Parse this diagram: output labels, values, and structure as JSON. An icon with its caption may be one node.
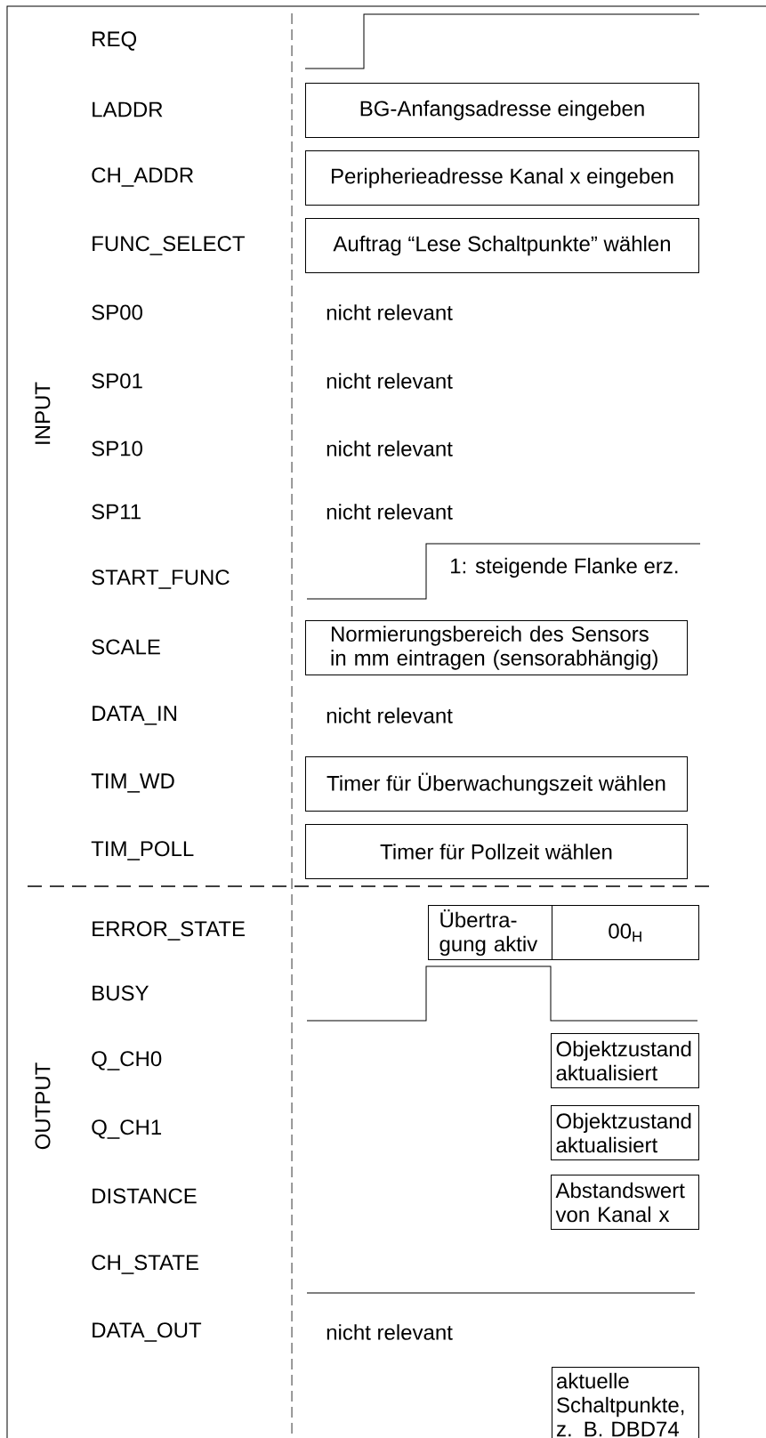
{
  "diagram": {
    "nodes": [
      {
        "text": [
          "BG-Anfangsadresse eingeben"
        ]
      },
      {
        "text": [
          "Peripherieadresse Kanal x eingeben"
        ]
      },
      {
        "text": [
          "Auftrag “Lese Schaltpunkte” wählen"
        ]
      },
      {
        "text": [
          "Normierungsbereich des Sensors in mm eintragen (sensorabhängig)"
        ]
      },
      {
        "text": [
          "Timer für Überwachungszeit wählen"
        ]
      },
      {
        "text": [
          "Timer für Pollzeit wählen"
        ]
      },
      {
        "text": [
          "Übertra- gung aktiv"
        ]
      },
      {
        "text": [
          "00$_{H}$"
        ]
      },
      {
        "text": [
          "Objektzustand aktualisiert"
        ]
      },
      {
        "text": [
          "Objektzustand aktualisiert"
        ]
      },
      {
        "text": [
          "Abstandswert von Kanal x"
        ]
      },
      {
        "text": [
          "aktuelle Schaltpunkte, z. B. DBD74"
        ]
      }
    ],
    "labels": [
      "REQ",
      "LADDR",
      "CH_ADDR",
      "FUNC_SELECT",
      "SP00",
      "nicht relevant",
      "SP01",
      "nicht relevant",
      "INPUT",
      "SP10",
      "nicht relevant",
      "SP11",
      "nicht relevant",
      "START_FUNC",
      "1: steigende Flanke erz.",
      "SCALE",
      "DATA_IN",
      "nicht relevant",
      "TIM_WD",
      "TIM_POLL",
      "ERROR_STATE",
      "BUSY",
      "Q_CH0",
      "OUTPUT",
      "Q_CH1",
      "DISTANCE",
      "CH_STATE",
      "DATA_OUT",
      "nicht relevant"
    ]
  }
}
